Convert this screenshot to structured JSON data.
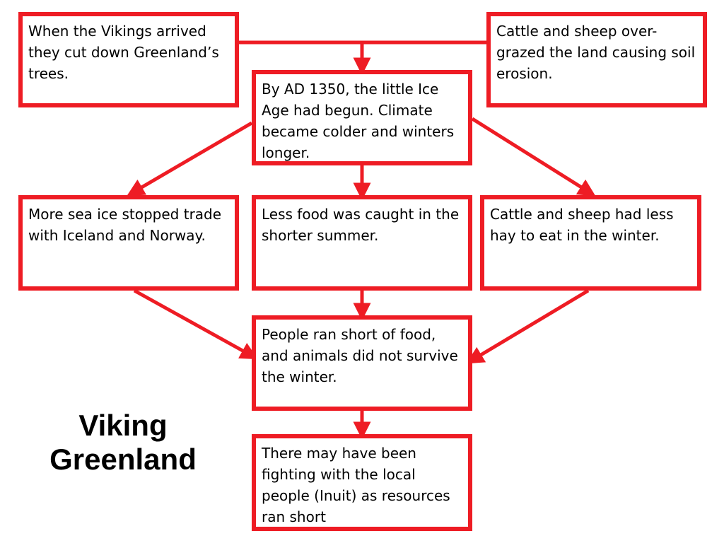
{
  "colors": {
    "accent": "#ee1c24",
    "text": "#000000",
    "background": "#ffffff"
  },
  "title": "Viking\nGreenland",
  "boxes": {
    "vikings": "When the Vikings arrived they cut down Greenland’s trees.",
    "cattle_grazing": "Cattle and sheep over-grazed the land causing soil erosion.",
    "ice_age": "By AD 1350, the little Ice Age had begun.  Climate became colder and winters longer.",
    "sea_ice": "More sea ice stopped trade with Iceland and Norway.",
    "less_food": "Less food was caught in the shorter summer.",
    "less_hay": "Cattle and sheep had less hay to eat in the winter.",
    "ran_short": "People ran short of food, and animals did not survive the winter.",
    "fighting": "There may have been fighting with the local people (Inuit) as resources ran short"
  }
}
